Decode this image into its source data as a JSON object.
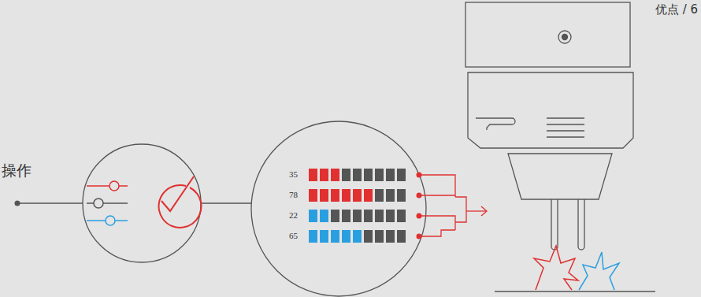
{
  "diagram": {
    "labels": [
      "优点 / 6",
      "操作",
      "35",
      "78",
      "22",
      "65"
    ]
  }
}
